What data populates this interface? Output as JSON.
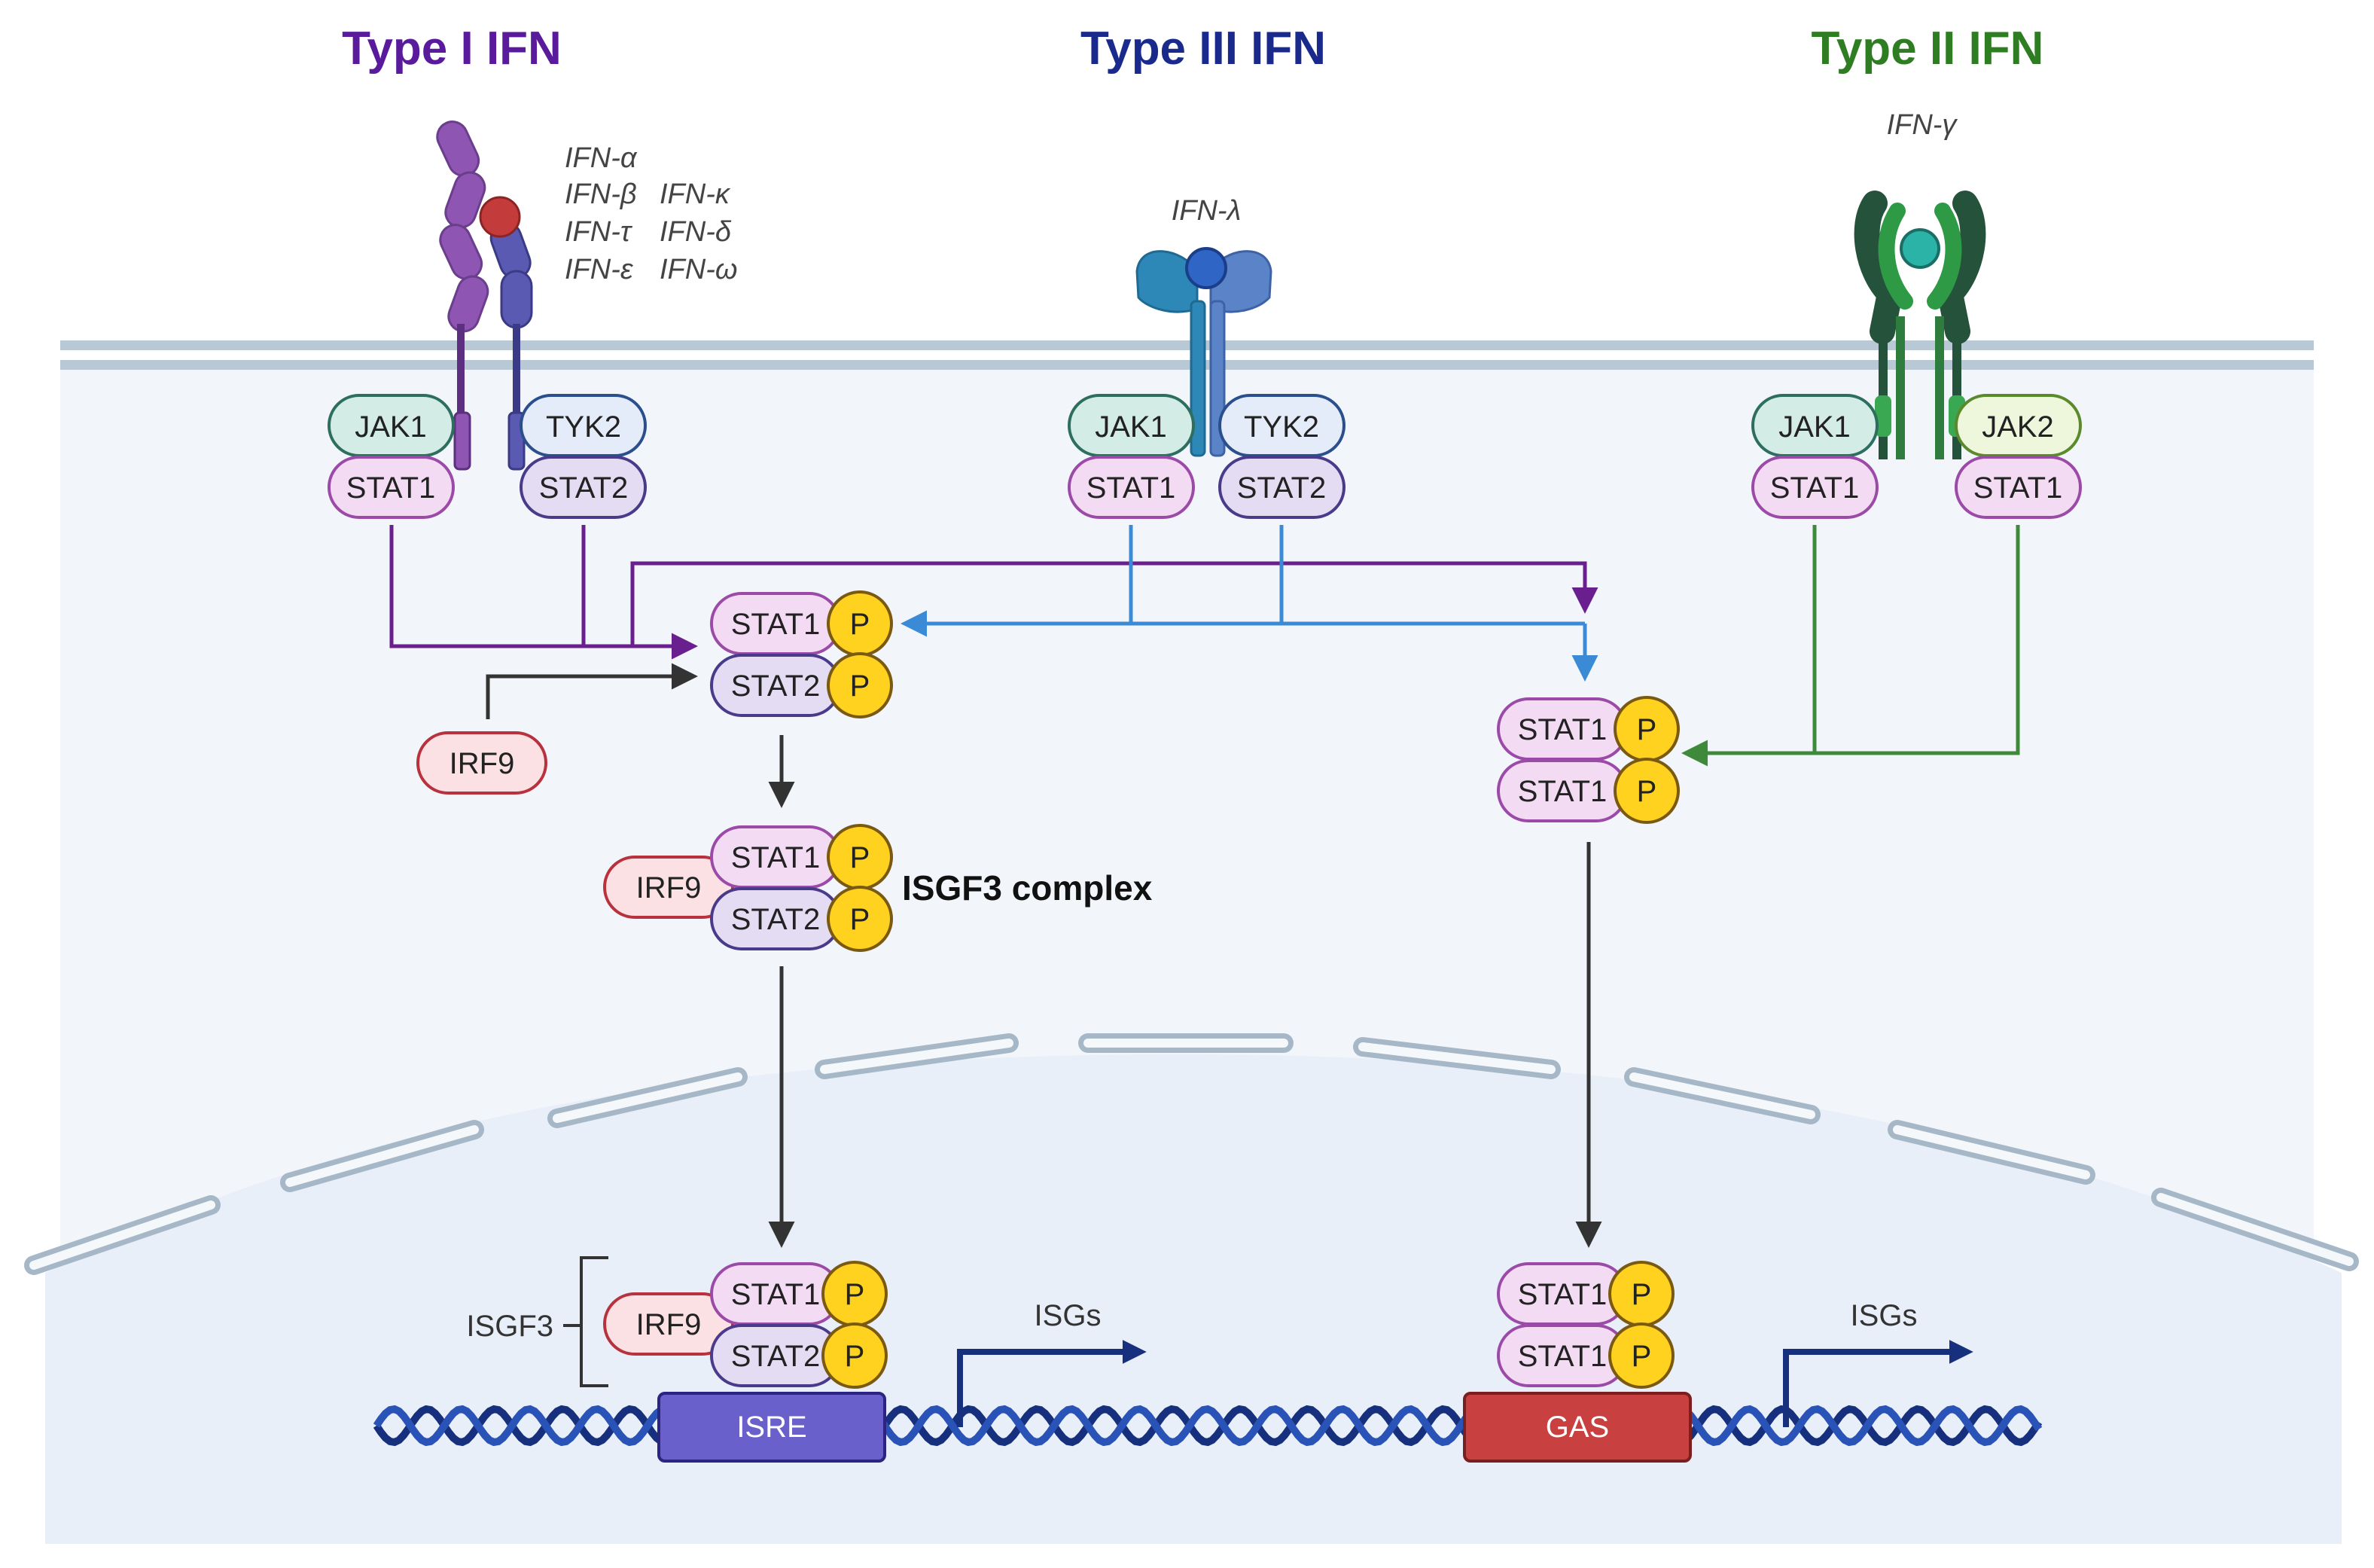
{
  "titles": {
    "type1": "Type I IFN",
    "type3": "Type III IFN",
    "type2": "Type II IFN"
  },
  "ligands": {
    "type1": [
      "IFN-α",
      "IFN-β",
      "IFN-κ",
      "IFN-τ",
      "IFN-δ",
      "IFN-ε",
      "IFN-ω"
    ],
    "type3": "IFN-λ",
    "type2": "IFN-γ"
  },
  "proteins": {
    "jak1": "JAK1",
    "jak2": "JAK2",
    "tyk2": "TYK2",
    "stat1": "STAT1",
    "stat2": "STAT2",
    "irf9": "IRF9",
    "phospho": "P"
  },
  "labels": {
    "isgf3_complex": "ISGF3 complex",
    "isgf3": "ISGF3",
    "isgs": "ISGs",
    "isre": "ISRE",
    "gas": "GAS"
  },
  "colors": {
    "type1": "#5a1a9c",
    "type3": "#1a2a8c",
    "type2": "#2f7d22",
    "type1_arrow": "#6a1f8f",
    "type3_arrow": "#3b8ad6",
    "type2_arrow": "#3f8a3a",
    "stat1_fill": "#f3dcf3",
    "stat1_stroke": "#9c4aa8",
    "stat2_fill": "#e3dcf2",
    "stat2_stroke": "#4a3a8a",
    "phospho_fill": "#ffd21f",
    "irf9_fill": "#fbe1e4",
    "irf9_stroke": "#b8323e",
    "isre_fill": "#6a60cc",
    "gas_fill": "#c8403f",
    "dna": "#16307e"
  }
}
